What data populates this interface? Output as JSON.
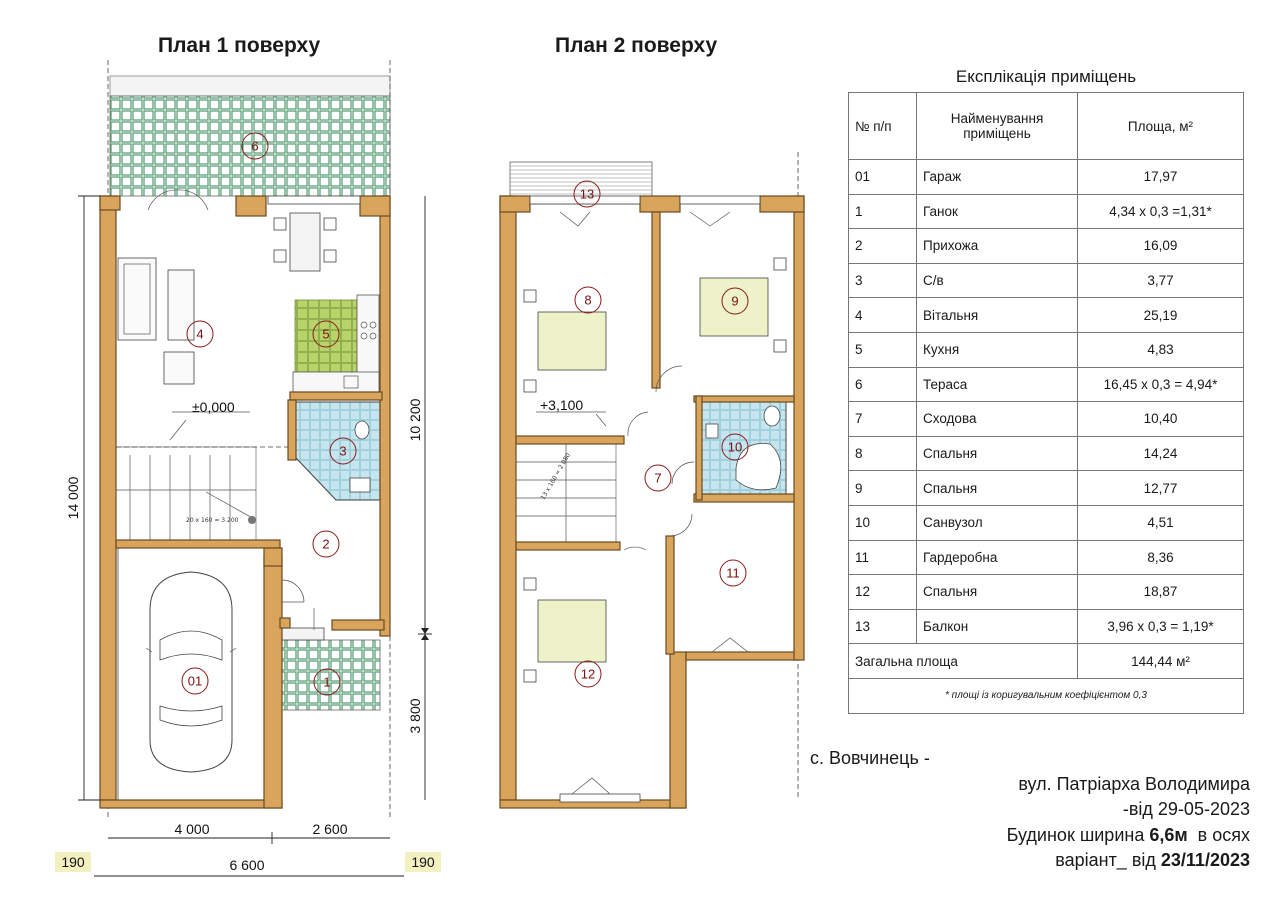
{
  "plans": {
    "floor1_title": "План 1 поверху",
    "floor2_title": "План 2 поверху",
    "level_floor1": "±0,000",
    "level_floor2": "+3,100",
    "dims": {
      "total_length": "14 000",
      "upper_length": "10 200",
      "lower_length": "3 800",
      "left_width": "4 000",
      "right_width": "2 600",
      "total_width": "6 600",
      "left_offset": "190",
      "right_offset": "190"
    },
    "rooms_floor1": [
      "6",
      "4",
      "5",
      "3",
      "2",
      "01",
      "1"
    ],
    "rooms_floor2": [
      "13",
      "8",
      "9",
      "10",
      "7",
      "11",
      "12"
    ],
    "stair_note_1": "20 х 160 = 3 200",
    "stair_note_2": "13 x 160 = 2 080"
  },
  "explication": {
    "title": "Експлікація приміщень",
    "headers": {
      "num": "№ п/п",
      "name": "Найменування приміщень",
      "area": "Площа, м²"
    },
    "rows": [
      {
        "num": "01",
        "name": "Гараж",
        "area": "17,97"
      },
      {
        "num": "1",
        "name": "Ганок",
        "area": "4,34 х 0,3 =1,31*"
      },
      {
        "num": "2",
        "name": "Прихожа",
        "area": "16,09"
      },
      {
        "num": "3",
        "name": "С/в",
        "area": "3,77"
      },
      {
        "num": "4",
        "name": "Вітальня",
        "area": "25,19"
      },
      {
        "num": "5",
        "name": "Кухня",
        "area": "4,83"
      },
      {
        "num": "6",
        "name": "Тераса",
        "area": "16,45 х 0,3 = 4,94*"
      },
      {
        "num": "7",
        "name": "Сходова",
        "area": "10,40"
      },
      {
        "num": "8",
        "name": "Спальня",
        "area": "14,24"
      },
      {
        "num": "9",
        "name": "Спальня",
        "area": "12,77"
      },
      {
        "num": "10",
        "name": "Санвузол",
        "area": "4,51"
      },
      {
        "num": "11",
        "name": "Гардеробна",
        "area": "8,36"
      },
      {
        "num": "12",
        "name": "Спальня",
        "area": "18,87"
      },
      {
        "num": "13",
        "name": "Балкон",
        "area": "3,96 х 0,3 = 1,19*"
      }
    ],
    "total_label": "Загальна площа",
    "total_value": "144,44 м²",
    "note": "* площі із коригувальним коефіцієнтом 0,3"
  },
  "address": {
    "line1": "с. Вовчинець -",
    "line2": "вул. Патріарха Володимира",
    "line3": "-від 29-05-2023",
    "line4_prefix": "Будинок ширина ",
    "line4_bold": "6,6м",
    "line4_suffix": "  в осях",
    "line5_prefix": "варіант_ від ",
    "line5_bold": "23/11/2023"
  },
  "colors": {
    "wall": "#d9a55c",
    "terrace_tile": "#4f9a6e",
    "kitchen_tile": "#b8d36a",
    "bath_tile": "#c5e6ef",
    "bed": "#eef2c8",
    "dim_box": "#f3f0c2",
    "room_label": "#7a1010"
  }
}
